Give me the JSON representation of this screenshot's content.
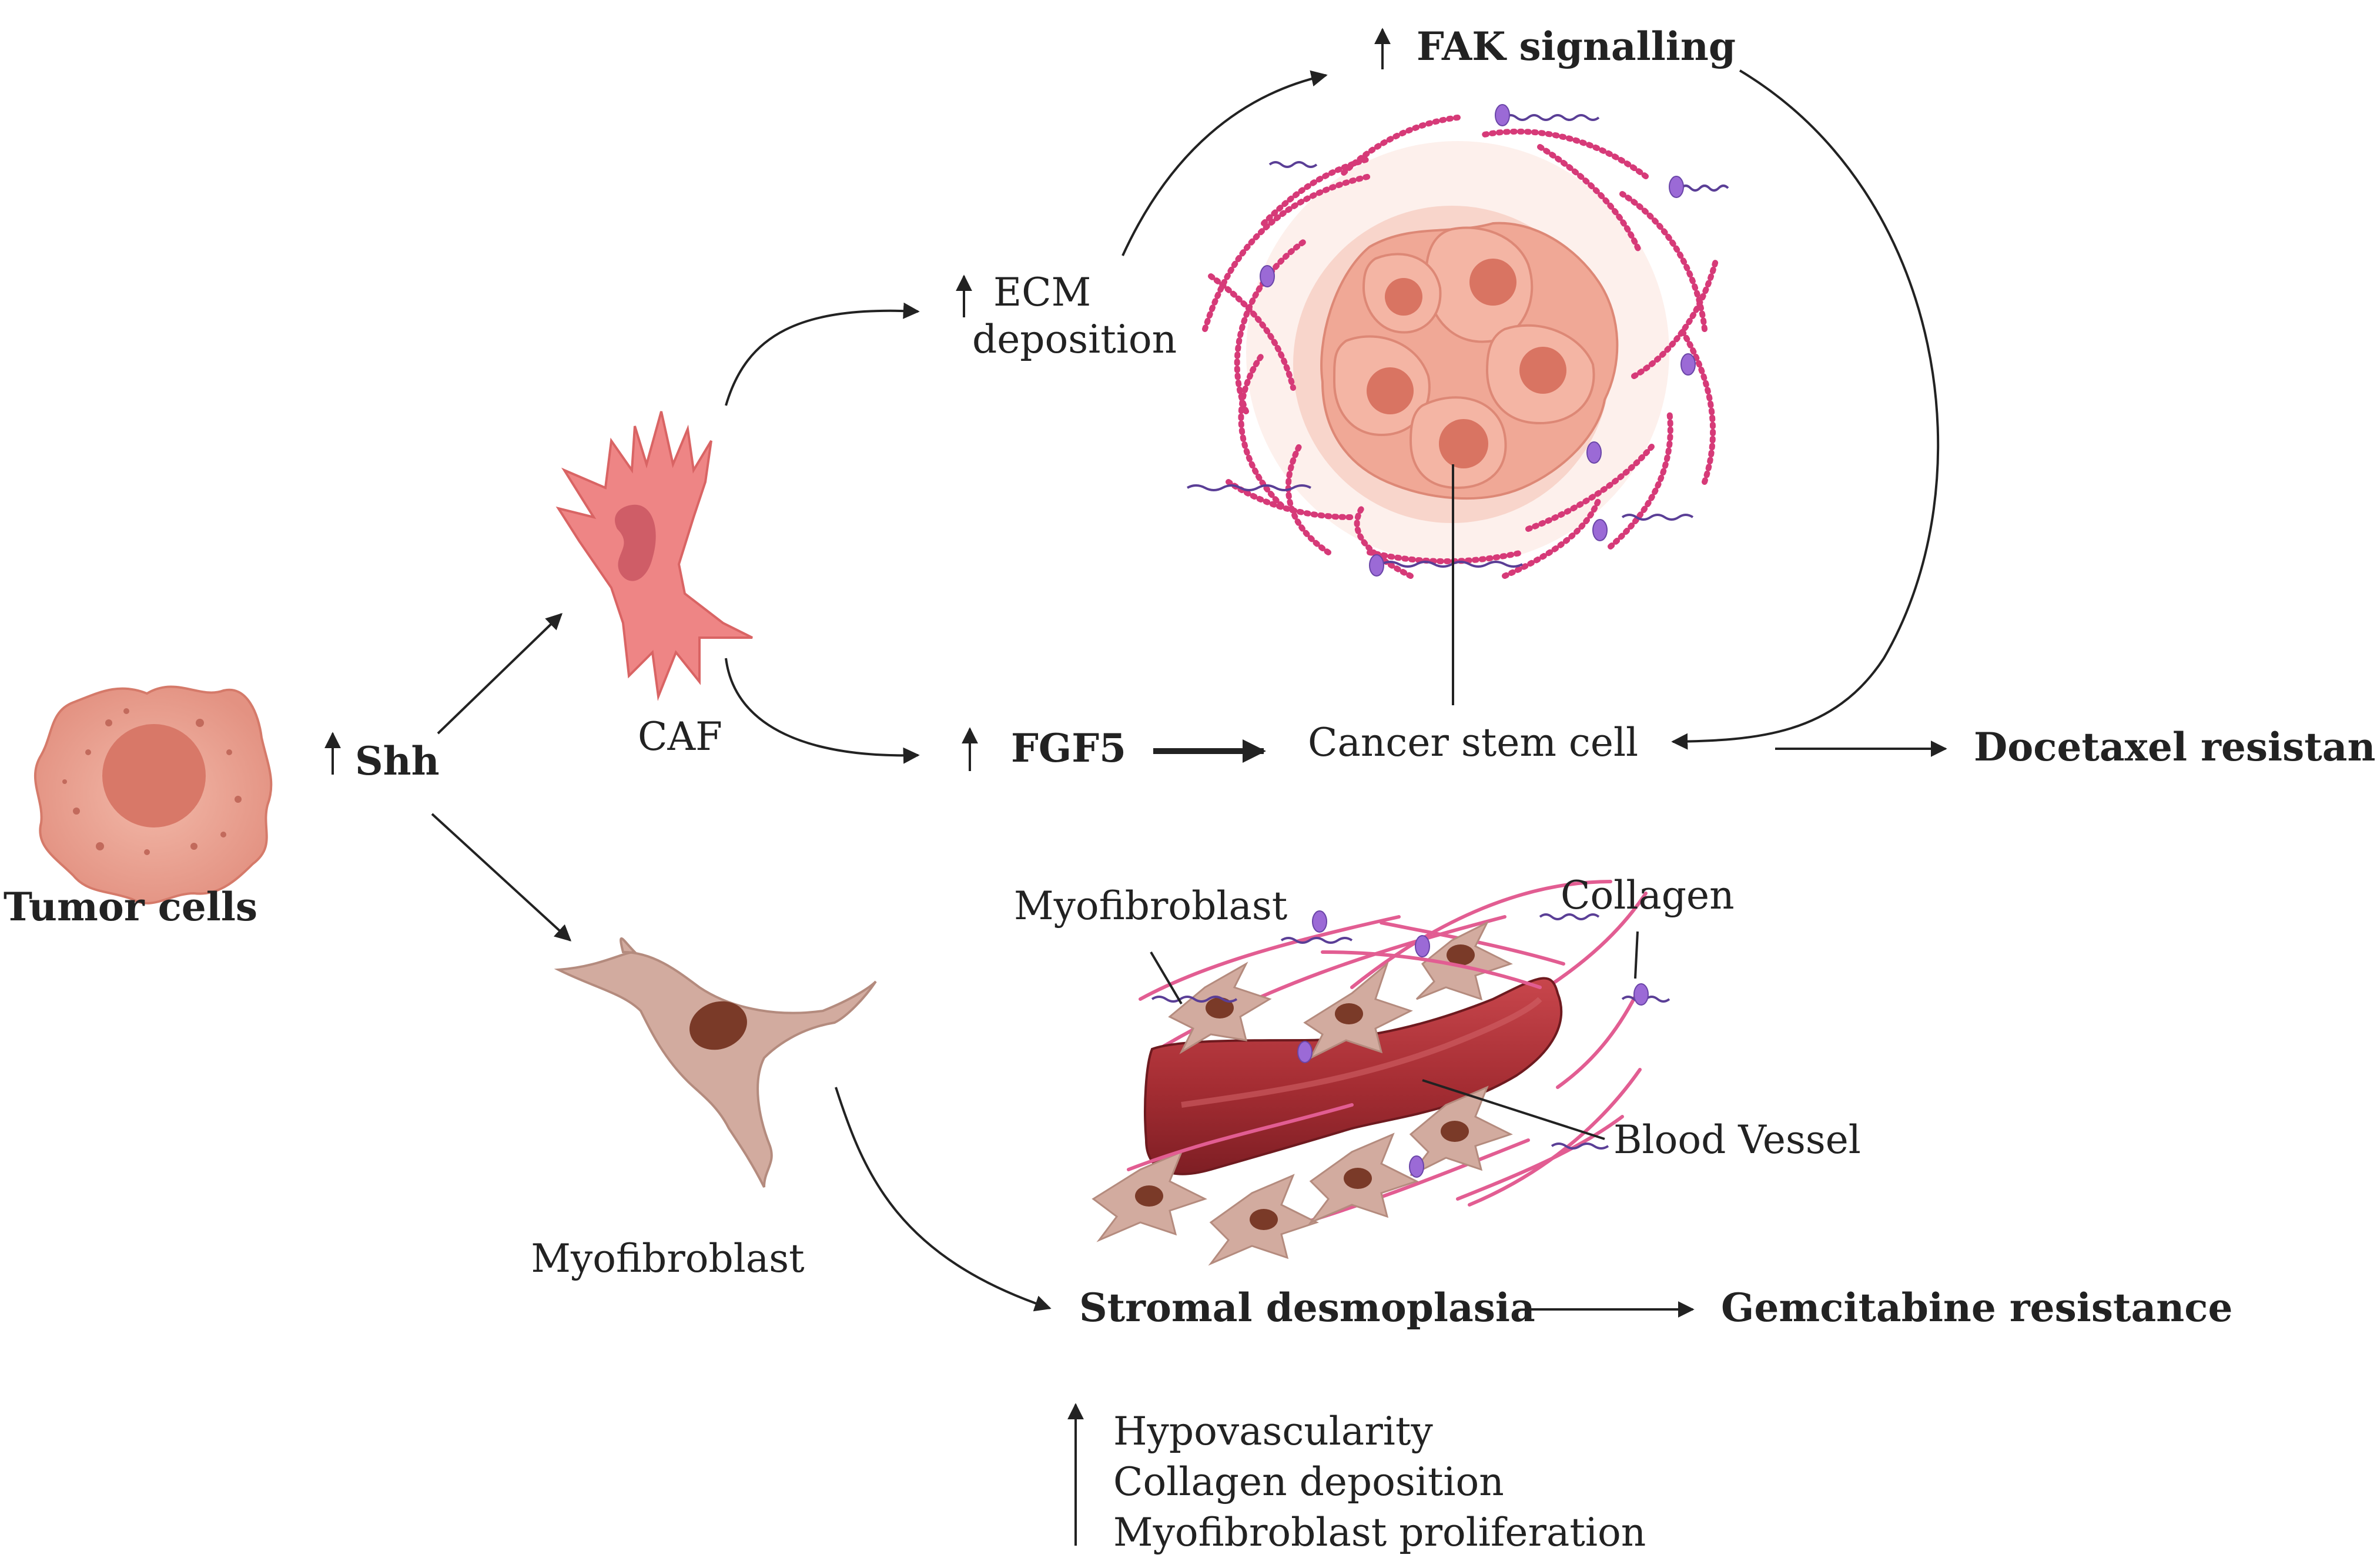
{
  "labels": {
    "tumor_cells": "Tumor cells",
    "shh": "Shh",
    "caf": "CAF",
    "myofibroblast_left": "Myofibroblast",
    "ecm_line1": "ECM",
    "ecm_line2": "deposition",
    "fak": "FAK signalling",
    "fgf5": "FGF5",
    "cancer_stem_cell": "Cancer stem cell",
    "docetaxel": "Docetaxel resistance",
    "myofibroblast_right": "Myofibroblast",
    "collagen": "Collagen",
    "blood_vessel": "Blood Vessel",
    "stromal": "Stromal desmoplasia",
    "gemcitabine": "Gemcitabine resistance",
    "factor1": "Hypovascularity",
    "factor2": "Collagen deposition",
    "factor3": "Myofibroblast proliferation"
  },
  "colors": {
    "tumor": "#e9a394",
    "caf": "#ec7f7f",
    "myofibroblast": "#c99a8c",
    "collagen": "#d63a78",
    "vessel": "#a83236"
  }
}
